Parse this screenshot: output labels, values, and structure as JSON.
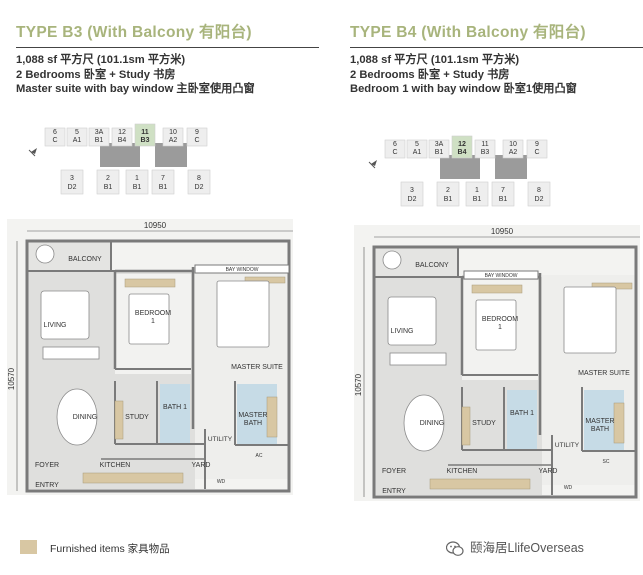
{
  "units": [
    {
      "title": "TYPE B3 (With Balcony 有阳台)",
      "spec_lines": [
        "1,088 sf 平方尺  (101.1sm 平方米)",
        "2 Bedrooms 卧室 + Study 书房",
        "Master suite with bay window 主卧室使用凸窗"
      ],
      "keyplan": {
        "top_units": [
          [
            "6",
            "C"
          ],
          [
            "5",
            "A1"
          ],
          [
            "3A",
            "B1"
          ],
          [
            "12",
            "B4"
          ],
          [
            "11",
            "B3"
          ],
          [
            "10",
            "A2"
          ],
          [
            "9",
            "C"
          ]
        ],
        "bottom_units": [
          [
            "3",
            "D2"
          ],
          [
            "2",
            "B1"
          ],
          [
            "1",
            "B1"
          ],
          [
            "7",
            "B1"
          ],
          [
            "8",
            "D2"
          ]
        ],
        "highlight": "11"
      },
      "plan": {
        "width_dim": "10950",
        "height_dim": "10570",
        "rooms": {
          "balcony": "BALCONY",
          "living": "LIVING",
          "bedroom": "BEDROOM",
          "bedroom_no": "1",
          "bay_window": "BAY WINDOW",
          "master_suite": "MASTER SUITE",
          "dining": "DINING",
          "study": "STUDY",
          "bath": "BATH 1",
          "master_bath_1": "MASTER",
          "master_bath_2": "BATH",
          "utility": "UTILITY",
          "foyer": "FOYER",
          "kitchen": "KITCHEN",
          "yard": "YARD",
          "entry": "ENTRY",
          "ac": "AC",
          "wd": "WD"
        }
      }
    },
    {
      "title": "TYPE B4 (With Balcony 有阳台)",
      "spec_lines": [
        "1,088 sf 平方尺  (101.1sm 平方米)",
        "2 Bedrooms 卧室 + Study 书房",
        "Bedroom 1 with bay window 卧室1使用凸窗"
      ],
      "keyplan": {
        "top_units": [
          [
            "6",
            "C"
          ],
          [
            "5",
            "A1"
          ],
          [
            "3A",
            "B1"
          ],
          [
            "12",
            "B4"
          ],
          [
            "11",
            "B3"
          ],
          [
            "10",
            "A2"
          ],
          [
            "9",
            "C"
          ]
        ],
        "bottom_units": [
          [
            "3",
            "D2"
          ],
          [
            "2",
            "B1"
          ],
          [
            "1",
            "B1"
          ],
          [
            "7",
            "B1"
          ],
          [
            "8",
            "D2"
          ]
        ],
        "highlight": "12"
      },
      "plan": {
        "width_dim": "10950",
        "height_dim": "10570",
        "rooms": {
          "balcony": "BALCONY",
          "living": "LIVING",
          "bedroom": "BEDROOM",
          "bedroom_no": "1",
          "bay_window": "BAY WINDOW",
          "master_suite": "MASTER SUITE",
          "dining": "DINING",
          "study": "STUDY",
          "bath": "BATH 1",
          "master_bath_1": "MASTER",
          "master_bath_2": "BATH",
          "utility": "UTILITY",
          "foyer": "FOYER",
          "kitchen": "KITCHEN",
          "yard": "YARD",
          "entry": "ENTRY",
          "ac": "SC",
          "wd": "WD"
        }
      }
    }
  ],
  "legend": {
    "label": "Furnished items 家具物品",
    "color": "#d8c7a3"
  },
  "watermark": {
    "text": "颐海居LlifeOverseas",
    "icon": "wechat-icon"
  },
  "colors": {
    "accent": "#a8b47c",
    "furnished": "#d8c7a3",
    "wall": "#8c8c8c",
    "tile": "#c6dbe6",
    "keyplan_highlight": "#cfe0c4"
  }
}
